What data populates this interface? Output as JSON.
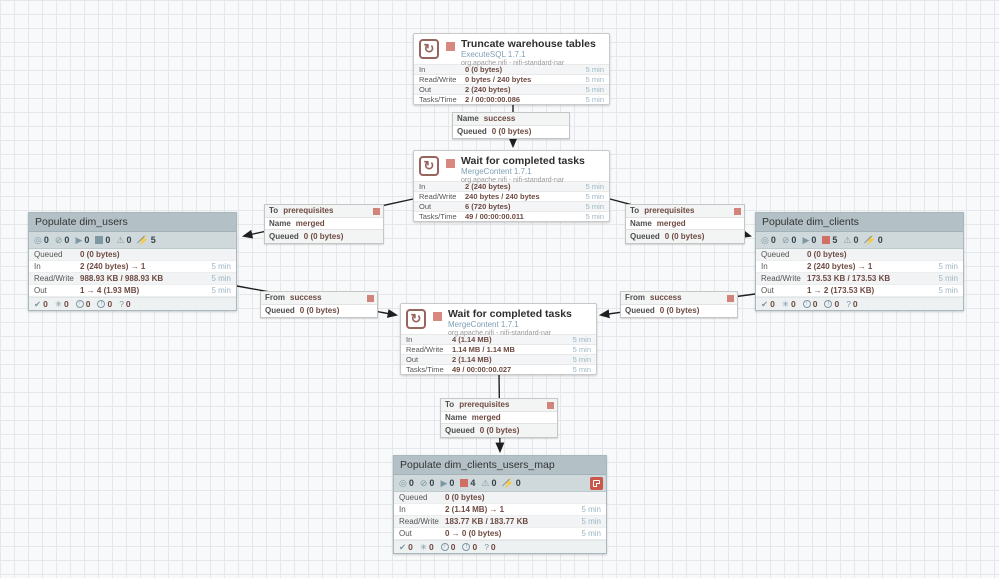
{
  "colors": {
    "canvas_bg": "#f8f9fa",
    "grid_line": "#e5e8ea",
    "value_brown": "#6e4a42",
    "time_blue": "#9db6c4",
    "type_blue": "#7fa0b6",
    "group_header": "#b3c1c7",
    "group_statusbar": "#cfd9dc",
    "stopped_red": "#cf6f63",
    "stopped_salmon": "#d8897f",
    "icon_slate": "#7d97a3",
    "bulletin_red": "#c9574c",
    "wire": "#1f1f1f"
  },
  "processors": [
    {
      "title": "Truncate warehouse tables",
      "type": "ExecuteSQL 1.7.1",
      "bundle": "org.apache.nifi - nifi-standard-nar",
      "rows": [
        {
          "label": "In",
          "value": "0 (0 bytes)",
          "time": "5 min"
        },
        {
          "label": "Read/Write",
          "value": "0 bytes / 240 bytes",
          "time": "5 min"
        },
        {
          "label": "Out",
          "value": "2 (240 bytes)",
          "time": "5 min"
        },
        {
          "label": "Tasks/Time",
          "value": "2 / 00:00:00.086",
          "time": "5 min"
        }
      ]
    },
    {
      "title": "Wait for completed tasks",
      "type": "MergeContent 1.7.1",
      "bundle": "org.apache.nifi - nifi-standard-nar",
      "rows": [
        {
          "label": "In",
          "value": "2 (240 bytes)",
          "time": "5 min"
        },
        {
          "label": "Read/Write",
          "value": "240 bytes / 240 bytes",
          "time": "5 min"
        },
        {
          "label": "Out",
          "value": "6 (720 bytes)",
          "time": "5 min"
        },
        {
          "label": "Tasks/Time",
          "value": "49 / 00:00:00.011",
          "time": "5 min"
        }
      ]
    },
    {
      "title": "Wait for completed tasks",
      "type": "MergeContent 1.7.1",
      "bundle": "org.apache.nifi - nifi-standard-nar",
      "rows": [
        {
          "label": "In",
          "value": "4 (1.14 MB)",
          "time": "5 min"
        },
        {
          "label": "Read/Write",
          "value": "1.14 MB / 1.14 MB",
          "time": "5 min"
        },
        {
          "label": "Out",
          "value": "2 (1.14 MB)",
          "time": "5 min"
        },
        {
          "label": "Tasks/Time",
          "value": "49 / 00:00:00.027",
          "time": "5 min"
        }
      ]
    }
  ],
  "groups": [
    {
      "title": "Populate dim_users",
      "status": {
        "transmitting": "0",
        "not_transmitting": "0",
        "running": "0",
        "stopped": "0",
        "invalid": "0",
        "disabled": "5"
      },
      "rows": [
        {
          "label": "Queued",
          "value": "0 (0 bytes)",
          "time": ""
        },
        {
          "label": "In",
          "value": "2 (240 bytes) → 1",
          "time": "5 min"
        },
        {
          "label": "Read/Write",
          "value": "988.93 KB / 988.93 KB",
          "time": "5 min"
        },
        {
          "label": "Out",
          "value": "1 → 4 (1.93 MB)",
          "time": "5 min"
        }
      ],
      "footer": {
        "up_to_date": "0",
        "locally_modified": "0",
        "stale": "0",
        "locally_modified_stale": "0",
        "sync_failure": "0"
      }
    },
    {
      "title": "Populate dim_clients",
      "status": {
        "transmitting": "0",
        "not_transmitting": "0",
        "running": "0",
        "stopped": "5",
        "invalid": "0",
        "disabled": "0"
      },
      "rows": [
        {
          "label": "Queued",
          "value": "0 (0 bytes)",
          "time": ""
        },
        {
          "label": "In",
          "value": "2 (240 bytes) → 1",
          "time": "5 min"
        },
        {
          "label": "Read/Write",
          "value": "173.53 KB / 173.53 KB",
          "time": "5 min"
        },
        {
          "label": "Out",
          "value": "1 → 2 (173.53 KB)",
          "time": "5 min"
        }
      ],
      "footer": {
        "up_to_date": "0",
        "locally_modified": "0",
        "stale": "0",
        "locally_modified_stale": "0",
        "sync_failure": "0"
      }
    },
    {
      "title": "Populate dim_clients_users_map",
      "status": {
        "transmitting": "0",
        "not_transmitting": "0",
        "running": "0",
        "stopped": "4",
        "invalid": "0",
        "disabled": "0"
      },
      "rows": [
        {
          "label": "Queued",
          "value": "0 (0 bytes)",
          "time": ""
        },
        {
          "label": "In",
          "value": "2 (1.14 MB) → 1",
          "time": "5 min"
        },
        {
          "label": "Read/Write",
          "value": "183.77 KB / 183.77 KB",
          "time": "5 min"
        },
        {
          "label": "Out",
          "value": "0 → 0 (0 bytes)",
          "time": "5 min"
        }
      ],
      "footer": {
        "up_to_date": "0",
        "locally_modified": "0",
        "stale": "0",
        "locally_modified_stale": "0",
        "sync_failure": "0"
      }
    }
  ],
  "labels": [
    {
      "rows": [
        {
          "k": "Name",
          "v": "success"
        },
        {
          "k": "Queued",
          "v": "0 (0 bytes)"
        }
      ]
    },
    {
      "rows": [
        {
          "k": "To",
          "v": "prerequisites"
        },
        {
          "k": "Name",
          "v": "merged"
        },
        {
          "k": "Queued",
          "v": "0 (0 bytes)"
        }
      ]
    },
    {
      "rows": [
        {
          "k": "To",
          "v": "prerequisites"
        },
        {
          "k": "Name",
          "v": "merged"
        },
        {
          "k": "Queued",
          "v": "0 (0 bytes)"
        }
      ]
    },
    {
      "rows": [
        {
          "k": "From",
          "v": "success"
        },
        {
          "k": "Queued",
          "v": "0 (0 bytes)"
        }
      ]
    },
    {
      "rows": [
        {
          "k": "From",
          "v": "success"
        },
        {
          "k": "Queued",
          "v": "0 (0 bytes)"
        }
      ]
    },
    {
      "rows": [
        {
          "k": "To",
          "v": "prerequisites"
        },
        {
          "k": "Name",
          "v": "merged"
        },
        {
          "k": "Queued",
          "v": "0 (0 bytes)"
        }
      ]
    }
  ]
}
